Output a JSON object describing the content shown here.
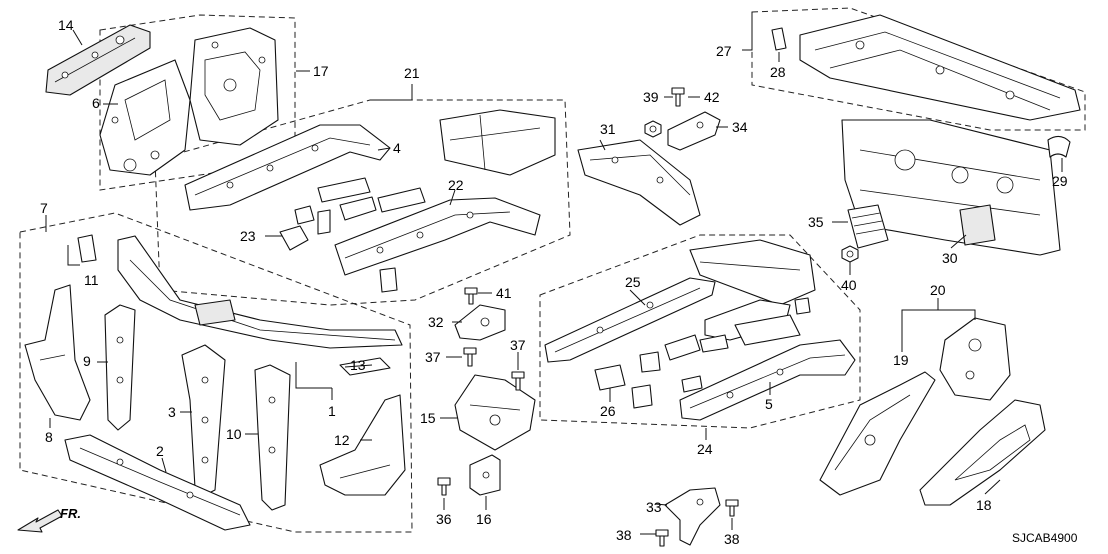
{
  "callouts": {
    "c1": "1",
    "c2": "2",
    "c3": "3",
    "c4": "4",
    "c5": "5",
    "c6": "6",
    "c7": "7",
    "c8": "8",
    "c9": "9",
    "c10": "10",
    "c11": "11",
    "c12": "12",
    "c13": "13",
    "c14": "14",
    "c15": "15",
    "c16": "16",
    "c17": "17",
    "c18": "18",
    "c19": "19",
    "c20": "20",
    "c21": "21",
    "c22": "22",
    "c23": "23",
    "c24": "24",
    "c25": "25",
    "c26": "26",
    "c27": "27",
    "c28": "28",
    "c29": "29",
    "c30": "30",
    "c31": "31",
    "c32": "32",
    "c33": "33",
    "c34": "34",
    "c35": "35",
    "c36": "36",
    "c37a": "37",
    "c37b": "37",
    "c38a": "38",
    "c38b": "38",
    "c39": "39",
    "c40": "40",
    "c41": "41",
    "c42": "42"
  },
  "direction_label": "FR.",
  "diagram_code": "SJCAB4900"
}
